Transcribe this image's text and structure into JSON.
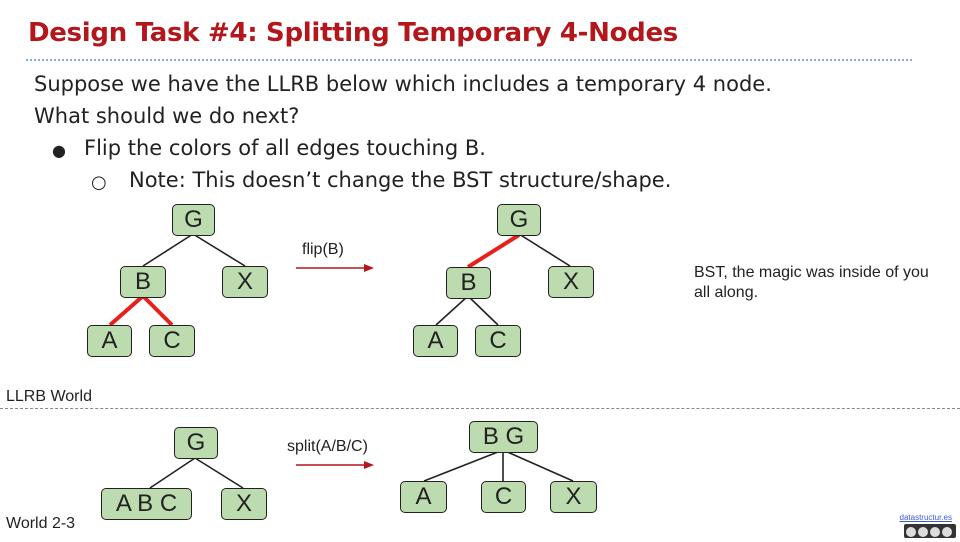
{
  "slide": {
    "title": "Design Task #4: Splitting Temporary 4-Nodes",
    "intro_line1": "Suppose we have the LLRB below which includes a temporary 4 node.",
    "intro_line2": "What should we do next?",
    "bullet1": "Flip the colors of all edges touching B.",
    "sub_bullet1": "Note: This doesn’t change the BST structure/shape.",
    "bullet_glyph": "●",
    "sub_bullet_glyph": "○"
  },
  "llrb_world": {
    "label": "LLRB World",
    "before_tree": {
      "root": "G",
      "left": "B",
      "right": "X",
      "left_left": "A",
      "left_right": "C"
    },
    "operation_label": "flip(B)",
    "after_tree": {
      "root": "G",
      "left": "B",
      "right": "X",
      "left_left": "A",
      "left_right": "C"
    },
    "note": "BST, the magic was inside of you all along."
  },
  "world_2_3": {
    "label": "World 2-3",
    "before_tree": {
      "root": "G",
      "left": "A B C",
      "right": "X"
    },
    "operation_label": "split(A/B/C)",
    "after_tree": {
      "root": "B G",
      "left": "A",
      "middle": "C",
      "right": "X"
    }
  },
  "colors": {
    "title": "#b3171b",
    "node_fill": "#bcdcb0",
    "red_link": "#e8201c",
    "arrow": "#b5161c"
  },
  "footer": {
    "link_text": "datastructur.es"
  }
}
